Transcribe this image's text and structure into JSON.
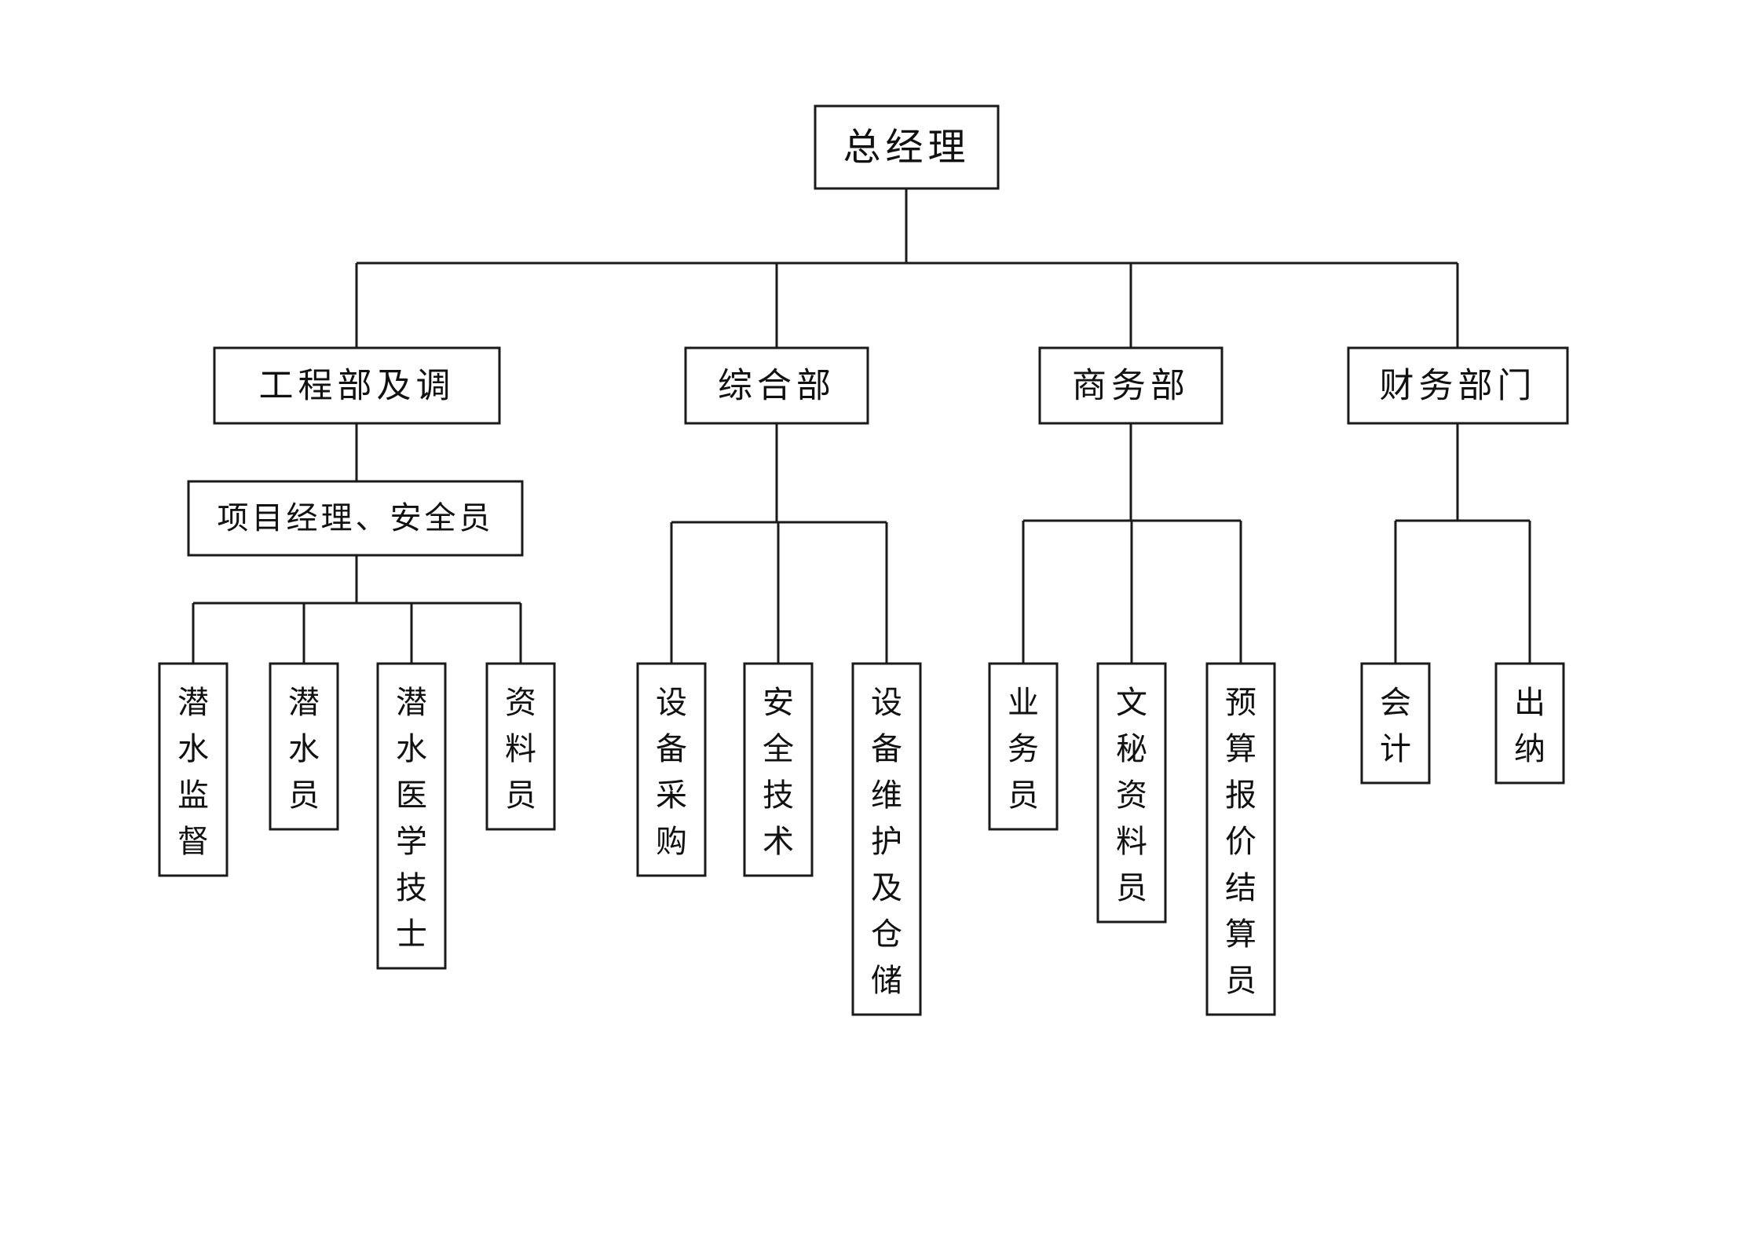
{
  "root": {
    "label": "总经理",
    "departments": [
      {
        "label": "工程部及调",
        "sub": {
          "label": "项目经理、安全员",
          "roles": [
            "潜水监督",
            "潜水员",
            "潜水医学技士",
            "资料员"
          ]
        }
      },
      {
        "label": "综合部",
        "roles": [
          "设备采购",
          "安全技术",
          "设备维护及仓储"
        ]
      },
      {
        "label": "商务部",
        "roles": [
          "业务员",
          "文秘资料员",
          "预算报价结算员"
        ]
      },
      {
        "label": "财务部门",
        "roles": [
          "会计",
          "出纳"
        ]
      }
    ]
  }
}
